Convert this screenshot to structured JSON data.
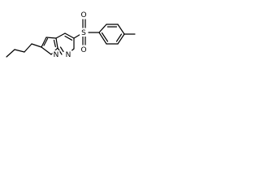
{
  "molecule": {
    "atoms": {
      "n_bridge": "N",
      "n_ring": "N",
      "sulfur": "S",
      "oxygen_top": "O",
      "oxygen_bottom": "O"
    }
  },
  "colors": {
    "bond": "#000000",
    "label": "#000000",
    "background": "#ffffff"
  }
}
